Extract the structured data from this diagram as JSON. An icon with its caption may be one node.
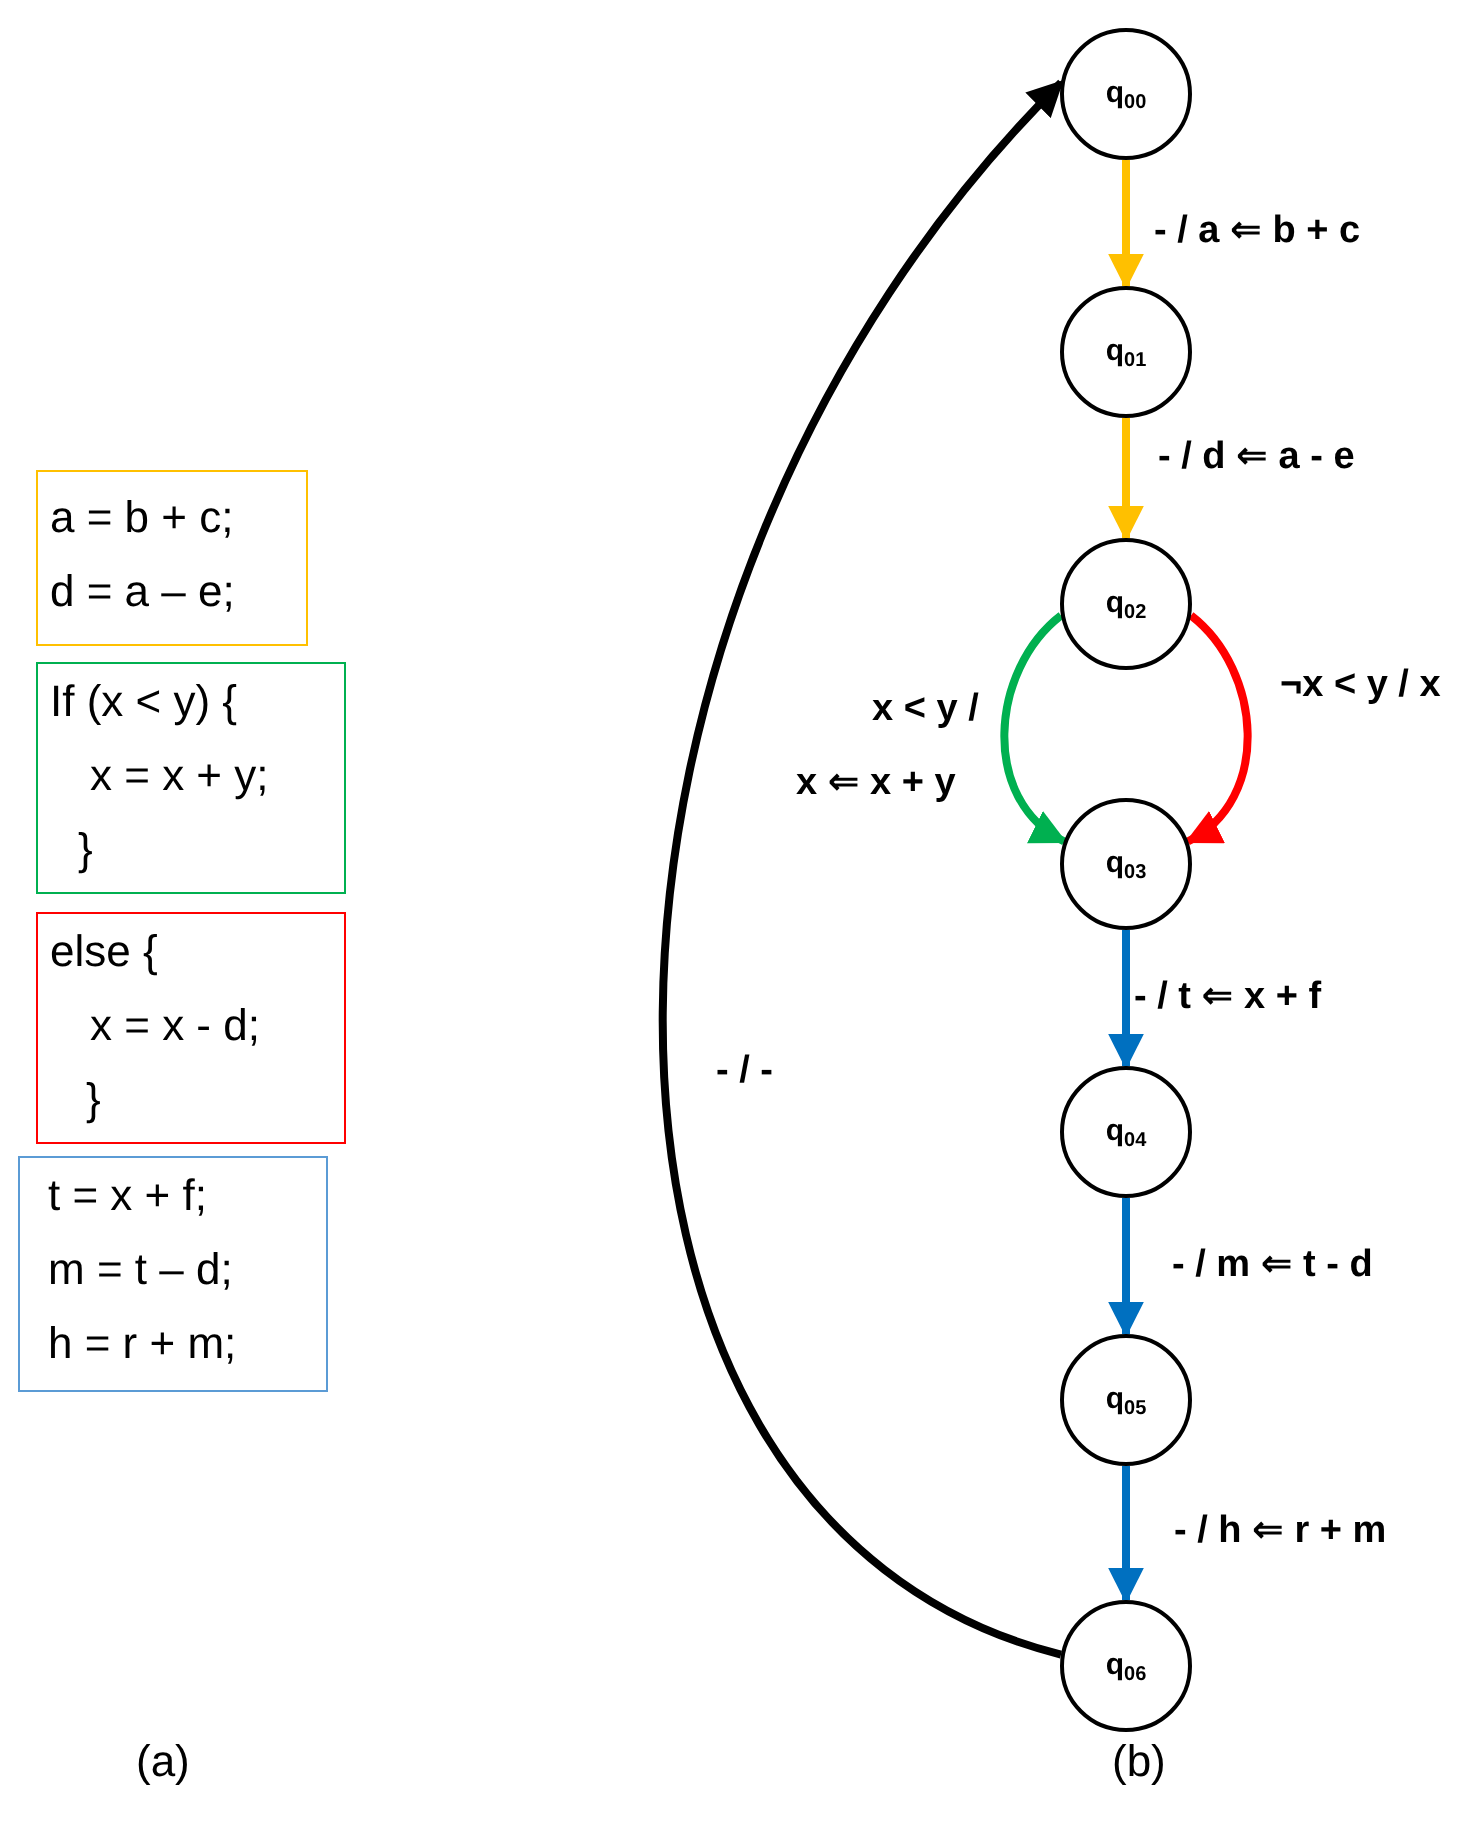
{
  "diagram": {
    "nodes": [
      {
        "text": [
          "a = b + c;",
          "d = a – e;"
        ]
      },
      {
        "text": [
          "If (x < y) {",
          "x = x + y;",
          "}"
        ]
      },
      {
        "text": [
          "else {",
          "x = x - d;",
          "}"
        ]
      },
      {
        "text": [
          "t = x + f;",
          "m = t – d;",
          "h = r + m;"
        ]
      },
      {
        "text": [
          "q$_{00}$"
        ]
      },
      {
        "text": [
          "q$_{01}$"
        ]
      },
      {
        "text": [
          "q$_{02}$"
        ]
      },
      {
        "text": [
          "q$_{03}$"
        ]
      },
      {
        "text": [
          "q$_{04}$"
        ]
      },
      {
        "text": [
          "q$_{05}$"
        ]
      },
      {
        "text": [
          "q$_{06}$"
        ]
      }
    ],
    "edges": [
      {
        "from": 4,
        "to": 5,
        "arrow": "to",
        "label": "- / a ⇐ b + c",
        "color": "#ffc000"
      },
      {
        "from": 5,
        "to": 6,
        "arrow": "to",
        "label": "- / d ⇐ a - e",
        "color": "#ffc000"
      },
      {
        "from": 6,
        "to": 7,
        "arrow": "to",
        "label": "x < y / x ⇐ x + y",
        "color": "#00b050"
      },
      {
        "from": 6,
        "to": 7,
        "arrow": "to",
        "label": "¬x < y / x",
        "color": "#ff0000"
      },
      {
        "from": 7,
        "to": 8,
        "arrow": "to",
        "label": "- / t ⇐ x + f",
        "color": "#0070c0"
      },
      {
        "from": 8,
        "to": 9,
        "arrow": "to",
        "label": "- / m ⇐ t - d",
        "color": "#0070c0"
      },
      {
        "from": 9,
        "to": 10,
        "arrow": "to",
        "label": "- / h ⇐ r + m",
        "color": "#0070c0"
      },
      {
        "from": 10,
        "to": 4,
        "arrow": "to",
        "label": "- / -",
        "color": "#000000"
      }
    ],
    "labels": [
      "(a)",
      "(b)"
    ]
  }
}
